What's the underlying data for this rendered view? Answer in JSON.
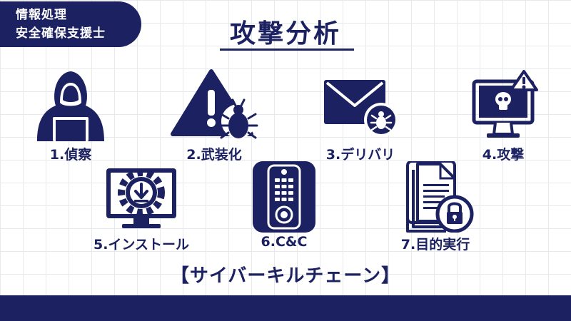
{
  "badge": {
    "line1": "情報処理",
    "line2": "安全確保支援士"
  },
  "title": "攻撃分析",
  "steps": [
    {
      "label": "1.偵察",
      "icon": "hooded-hacker-icon"
    },
    {
      "label": "2.武装化",
      "icon": "warning-bug-icon"
    },
    {
      "label": "3.デリバリ",
      "icon": "envelope-virus-icon"
    },
    {
      "label": "4.攻撃",
      "icon": "monitor-skull-icon"
    },
    {
      "label": "5.インストール",
      "icon": "monitor-gear-download-icon"
    },
    {
      "label": "6.C&C",
      "icon": "remote-control-icon"
    },
    {
      "label": "7.目的実行",
      "icon": "document-lock-icon"
    }
  ],
  "footer": "【サイバーキルチェーン】",
  "colors": {
    "primary": "#1b2161",
    "background": "#ffffff",
    "grid": "#e6e9ee"
  }
}
